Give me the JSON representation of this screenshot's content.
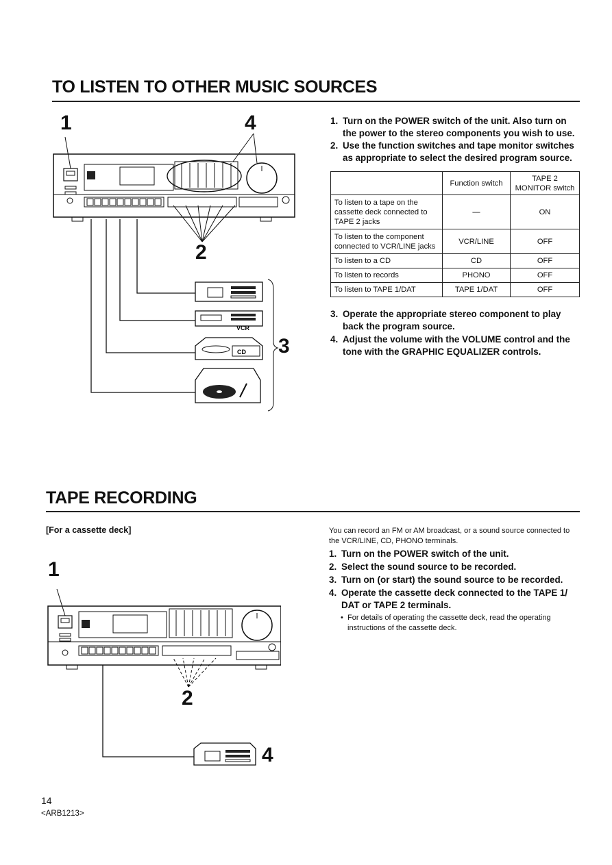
{
  "section1": {
    "title": "TO LISTEN TO OTHER MUSIC SOURCES",
    "steps": [
      {
        "num": "1.",
        "text": "Turn on the POWER switch of the unit. Also turn on the power to the stereo components you wish to use."
      },
      {
        "num": "2.",
        "text": "Use the function switches and tape monitor switches as appropriate to select the desired program source."
      },
      {
        "num": "3.",
        "text": "Operate the appropriate stereo component to play back the program source."
      },
      {
        "num": "4.",
        "text": "Adjust the volume with the VOLUME control and the tone with the GRAPHIC EQUALIZER controls."
      }
    ],
    "table": {
      "headers": [
        "",
        "Function switch",
        "TAPE 2 MONITOR switch"
      ],
      "rows": [
        [
          "To listen to a tape on the cassette deck connected to TAPE 2 jacks",
          "—",
          "ON"
        ],
        [
          "To listen to the component connected to VCR/LINE jacks",
          "VCR/LINE",
          "OFF"
        ],
        [
          "To listen to a CD",
          "CD",
          "OFF"
        ],
        [
          "To listen to records",
          "PHONO",
          "OFF"
        ],
        [
          "To listen to TAPE 1/DAT",
          "TAPE 1/DAT",
          "OFF"
        ]
      ]
    },
    "figure": {
      "callouts": [
        "1",
        "4",
        "2",
        "3"
      ],
      "vcr_label": "VCR",
      "cd_label": "CD"
    }
  },
  "section2": {
    "title": "TAPE RECORDING",
    "subtitle": "[For a cassette deck]",
    "intro": "You can record an FM or AM broadcast, or a sound source connected to the VCR/LINE, CD, PHONO terminals.",
    "steps": [
      {
        "num": "1.",
        "text": "Turn on the POWER switch of the unit."
      },
      {
        "num": "2.",
        "text": "Select the sound source to be recorded."
      },
      {
        "num": "3.",
        "text": "Turn on (or start) the sound source to be recorded."
      },
      {
        "num": "4.",
        "text": "Operate the cassette deck connected to the TAPE 1/ DAT or TAPE 2 terminals."
      }
    ],
    "bullet": "For details of operating the cassette deck, read the operating instructions of the cassette deck.",
    "figure": {
      "callouts": [
        "1",
        "2",
        "4"
      ]
    }
  },
  "footer": {
    "page_number": "14",
    "code": "<ARB1213>"
  }
}
